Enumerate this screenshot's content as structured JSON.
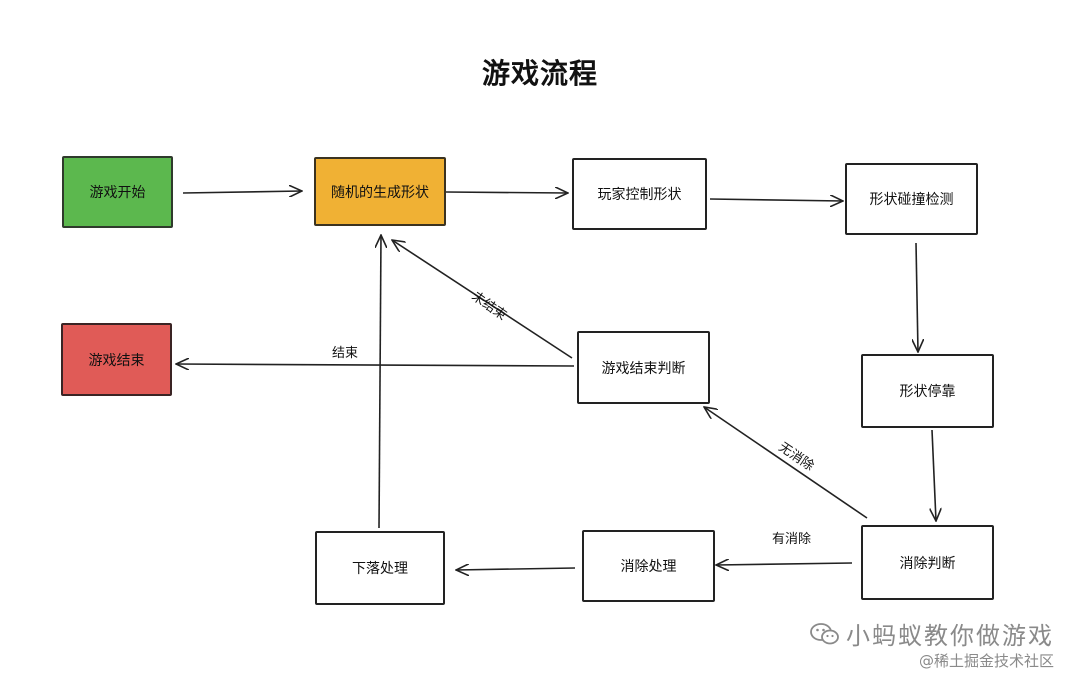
{
  "title": "游戏流程",
  "colors": {
    "start": "#5cb84e",
    "random": "#f0b134",
    "end": "#e05b57",
    "stroke": "#222222"
  },
  "nodes": {
    "start": "游戏开始",
    "random_shape": "随机的生成形状",
    "player_control": "玩家控制形状",
    "collision": "形状碰撞检测",
    "game_over": "游戏结束",
    "game_end_check": "游戏结束判断",
    "shape_stop": "形状停靠",
    "fall": "下落处理",
    "clear": "消除处理",
    "clear_check": "消除判断"
  },
  "edges": {
    "not_ended": "未结束",
    "ended": "结束",
    "no_clear": "无消除",
    "has_clear": "有消除"
  },
  "watermark": {
    "main": "小蚂蚁教你做游戏",
    "sub": "@稀土掘金技术社区"
  }
}
